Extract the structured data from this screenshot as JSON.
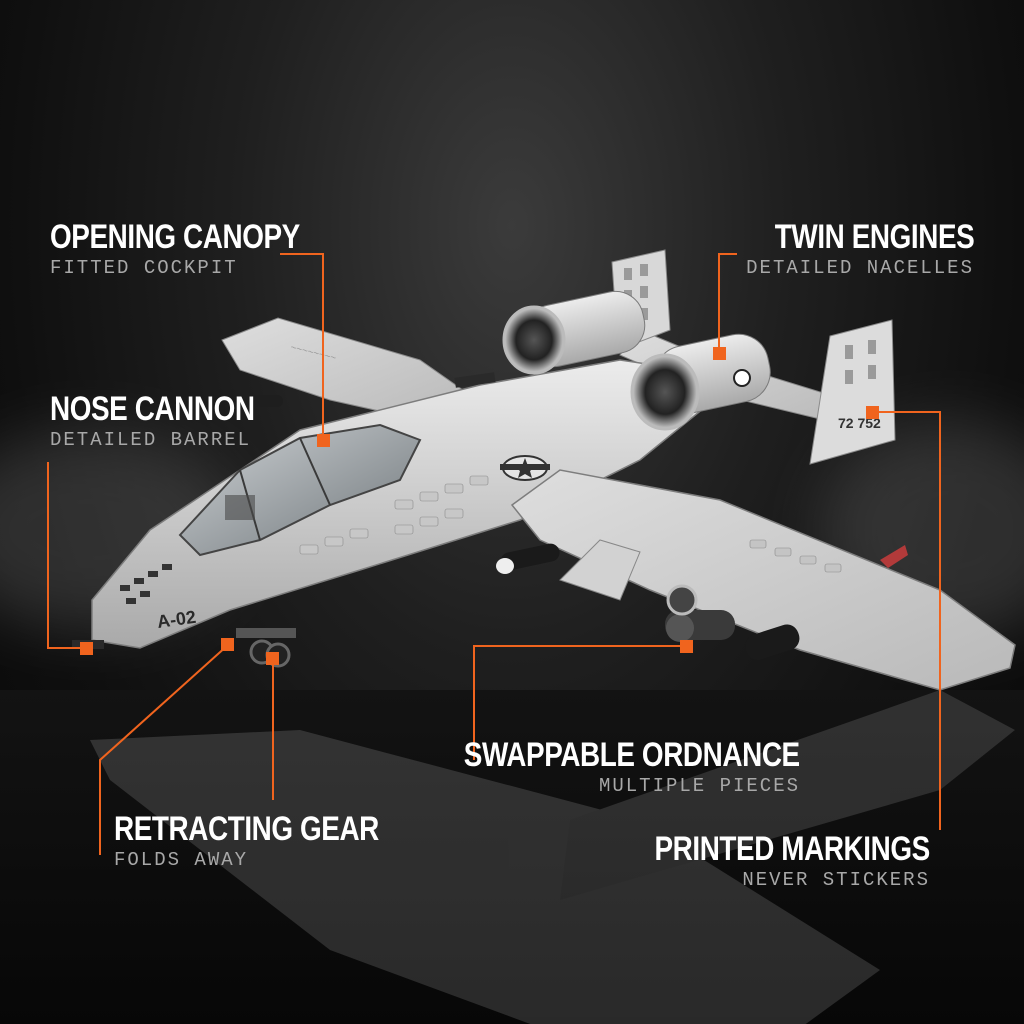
{
  "colors": {
    "accent": "#f0641e",
    "background": "#141414",
    "title_text": "#ffffff",
    "sub_text": "#a8a8a8"
  },
  "model": {
    "tail_text": "A-02",
    "tail_fin_text": "72 752"
  },
  "callouts": {
    "canopy": {
      "title": "OPENING CANOPY",
      "sub": "FITTED COCKPIT"
    },
    "engines": {
      "title": "TWIN ENGINES",
      "sub": "DETAILED NACELLES"
    },
    "cannon": {
      "title": "NOSE CANNON",
      "sub": "DETAILED BARREL"
    },
    "ordnance": {
      "title": "SWAPPABLE ORDNANCE",
      "sub": "MULTIPLE PIECES"
    },
    "gear": {
      "title": "RETRACTING GEAR",
      "sub": "FOLDS AWAY"
    },
    "markings": {
      "title": "PRINTED MARKINGS",
      "sub": "NEVER STICKERS"
    }
  }
}
